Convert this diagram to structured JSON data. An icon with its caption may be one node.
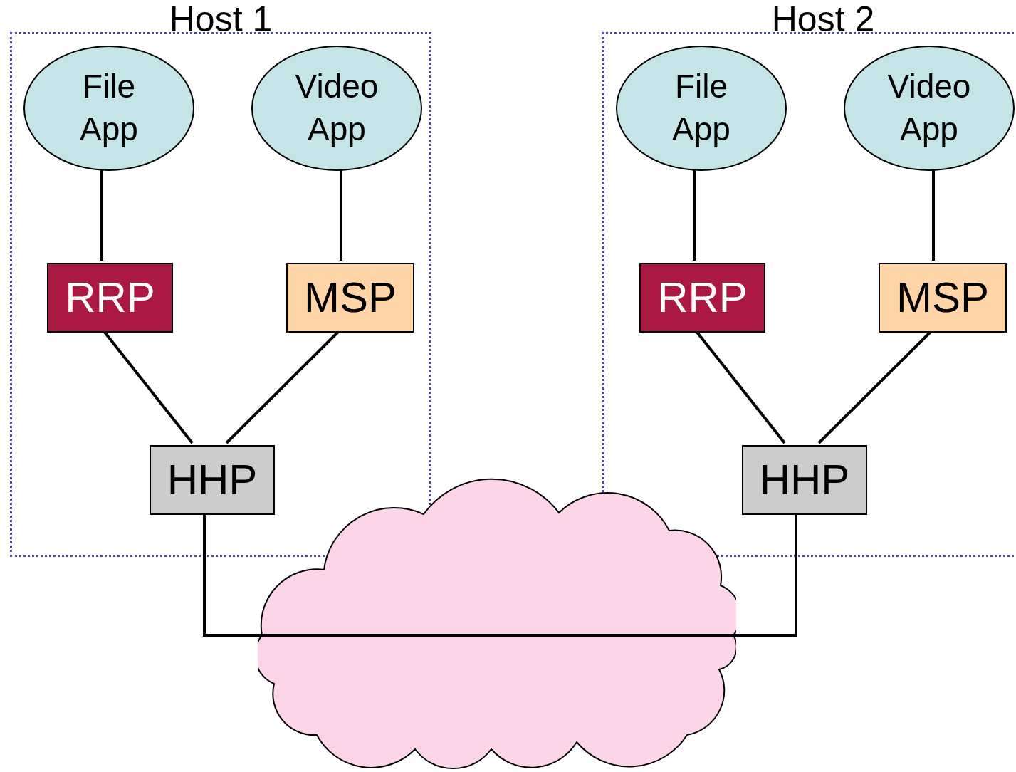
{
  "diagram": {
    "nodes": [
      {
        "text": [
          "Host 1"
        ]
      },
      {
        "text": [
          "File App"
        ],
        "in": 0
      },
      {
        "text": [
          "Video App"
        ],
        "in": 0
      },
      {
        "text": [
          "RRP"
        ],
        "in": 0
      },
      {
        "text": [
          "MSP"
        ],
        "in": 0
      },
      {
        "text": [
          "HHP"
        ],
        "in": 0
      },
      {
        "text": [
          "Host 2"
        ]
      },
      {
        "text": [
          "File App"
        ],
        "in": 6
      },
      {
        "text": [
          "Video App"
        ],
        "in": 6
      },
      {
        "text": [
          "RRP"
        ],
        "in": 6
      },
      {
        "text": [
          "MSP"
        ],
        "in": 6
      },
      {
        "text": [
          "HHP"
        ],
        "in": 6
      },
      {
        "text": [],
        "shape": "cloud"
      }
    ],
    "edges": [
      {
        "from": 1,
        "to": 3,
        "arrow": "none"
      },
      {
        "from": 2,
        "to": 4,
        "arrow": "none"
      },
      {
        "from": 3,
        "to": 5,
        "arrow": "none"
      },
      {
        "from": 4,
        "to": 5,
        "arrow": "none"
      },
      {
        "from": 5,
        "to": 12,
        "arrow": "none"
      },
      {
        "from": 12,
        "to": 11,
        "arrow": "none"
      },
      {
        "from": 7,
        "to": 9,
        "arrow": "none"
      },
      {
        "from": 8,
        "to": 10,
        "arrow": "none"
      },
      {
        "from": 9,
        "to": 11,
        "arrow": "none"
      },
      {
        "from": 10,
        "to": 11,
        "arrow": "none"
      }
    ]
  }
}
